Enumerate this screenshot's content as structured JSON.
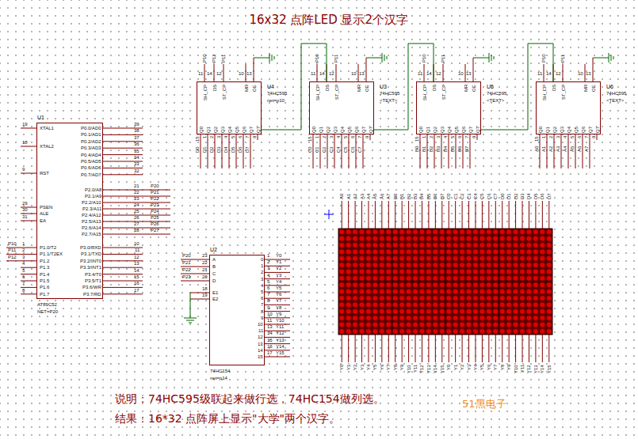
{
  "diagram": {
    "title": "16x32 点阵LED 显示2个汉字",
    "caption": "说明：74HC595级联起来做行选，74HC154做列选。",
    "nodes": [
      {
        "text": [
          "U4",
          "74HC595",
          "net=p10",
          "SH_CP",
          "DS",
          "ST_CP",
          "MR",
          "OE",
          "Q0",
          "Q1",
          "Q2",
          "Q3",
          "Q4",
          "Q5",
          "Q6",
          "Q7",
          "Q7'"
        ]
      },
      {
        "text": [
          "U3",
          "74HC595",
          "<TEXT>",
          "SH_CP",
          "DS",
          "ST_CP",
          "MR",
          "OE",
          "Q0",
          "Q1",
          "Q2",
          "Q3",
          "Q4",
          "Q5",
          "Q6",
          "Q7",
          "Q7'"
        ]
      },
      {
        "text": [
          "U5",
          "74HC595",
          "<TEXT>",
          "SH_CP",
          "DS",
          "ST_CP",
          "MR",
          "OE",
          "Q0",
          "Q1",
          "Q2",
          "Q3",
          "Q4",
          "Q5",
          "Q6",
          "Q7",
          "Q7'"
        ]
      },
      {
        "text": [
          "U6",
          "74HC595",
          "<TEXT>",
          "SH_CP",
          "DS",
          "ST_CP",
          "MR",
          "OE",
          "Q0",
          "Q1",
          "Q2",
          "Q3",
          "Q4",
          "Q5",
          "Q6",
          "Q7",
          "Q7'"
        ]
      },
      {
        "text": [
          "U1",
          "XTAL1",
          "XTAL2",
          "RST",
          "PSEN",
          "ALE",
          "EA",
          "P1.0/T2",
          "P1.1/T2EX",
          "P1.2",
          "P1.3",
          "P1.4",
          "P1.5",
          "P1.6",
          "P1.7",
          "P0.0/AD0",
          "P0.1/AD1",
          "P0.2/AD2",
          "P0.3/AD3",
          "P0.4/AD4",
          "P0.5/AD5",
          "P0.6/AD6",
          "P0.7/AD7",
          "P2.0/A8",
          "P2.1/A9",
          "P2.2/A10",
          "P2.3/A11",
          "P2.4/A12",
          "P2.5/A13",
          "P2.6/A14",
          "P2.7/A15",
          "P3.0/RXD",
          "P3.1/TXD",
          "P3.2/INT0",
          "P3.3/INT1",
          "P3.4/T0",
          "P3.5/T1",
          "P3.6/WR",
          "P3.7/RD",
          "AT89C52",
          "NET=P20"
        ]
      },
      {
        "text": [
          "U2",
          "A",
          "B",
          "C",
          "D",
          "E1",
          "E2",
          "0",
          "1",
          "2",
          "3",
          "4",
          "5",
          "6",
          "7",
          "8",
          "9",
          "10",
          "11",
          "12",
          "13",
          "14",
          "15",
          "74HC154",
          "net=p14"
        ]
      }
    ],
    "edges": [
      {
        "from": 0,
        "to": 1,
        "arrow": "none"
      },
      {
        "from": 1,
        "to": 2,
        "arrow": "none"
      },
      {
        "from": 2,
        "to": 3,
        "arrow": "none"
      }
    ],
    "labels": [
      "11",
      "14",
      "12",
      "10",
      "13",
      "P10",
      "P12",
      "P11",
      "15",
      "1",
      "2",
      "3",
      "4",
      "5",
      "6",
      "7",
      "9",
      "D0",
      "D1",
      "D2",
      "D3",
      "D4",
      "D5",
      "D6",
      "D7",
      "11",
      "14",
      "12",
      "10",
      "13",
      "P10",
      "P11",
      "15",
      "1",
      "2",
      "3",
      "4",
      "5",
      "6",
      "7",
      "9",
      "C0",
      "C1",
      "C2",
      "C3",
      "C4",
      "C5",
      "C6",
      "C7",
      "11",
      "14",
      "12",
      "10",
      "13",
      "P10",
      "P11",
      "15",
      "1",
      "2",
      "3",
      "4",
      "5",
      "6",
      "7",
      "9",
      "B0",
      "B1",
      "B2",
      "B3",
      "B4",
      "B5",
      "B6",
      "B7",
      "11",
      "14",
      "12",
      "10",
      "13",
      "P10",
      "P11",
      "15",
      "1",
      "2",
      "3",
      "4",
      "5",
      "6",
      "7",
      "9",
      "A0",
      "A1",
      "A2",
      "A3",
      "A4",
      "A5",
      "A6",
      "A7",
      "19",
      "18",
      "9",
      "29",
      "30",
      "31",
      "1",
      "2",
      "3",
      "4",
      "5",
      "6",
      "7",
      "8",
      "39",
      "38",
      "37",
      "36",
      "35",
      "34",
      "33",
      "32",
      "21",
      "22",
      "23",
      "24",
      "25",
      "26",
      "27",
      "28",
      "10",
      "11",
      "12",
      "13",
      "14",
      "15",
      "16",
      "17",
      "P20",
      "P21",
      "P22",
      "P23",
      "P24",
      "P25",
      "P26",
      "P27",
      "P10",
      "P11",
      "P12",
      "23",
      "22",
      "21",
      "20",
      "18",
      "19",
      "P20",
      "P21",
      "P22",
      "P23",
      "1",
      "2",
      "3",
      "4",
      "5",
      "6",
      "7",
      "8",
      "9",
      "10",
      "11",
      "13",
      "14",
      "15",
      "16",
      "17",
      "Y0",
      "Y1",
      "Y2",
      "Y3",
      "Y4",
      "Y5",
      "Y6",
      "Y7",
      "Y8",
      "Y9",
      "Y10",
      "Y11",
      "Y12",
      "Y13",
      "Y14",
      "Y15",
      "A0",
      "A1",
      "A2",
      "A3",
      "A4",
      "A5",
      "A6",
      "A7",
      "B0",
      "B1",
      "B2",
      "B3",
      "B4",
      "B5",
      "B6",
      "B7",
      "C0",
      "C1",
      "C2",
      "C3",
      "C4",
      "C5",
      "C6",
      "C7",
      "D0",
      "D1",
      "D2",
      "D3",
      "D4",
      "D5",
      "D6",
      "D7",
      "Y0",
      "Y1",
      "Y2",
      "Y3",
      "Y4",
      "Y5",
      "Y6",
      "Y7",
      "Y8",
      "Y9",
      "Y10",
      "Y11",
      "Y12",
      "Y13",
      "Y14",
      "Y15",
      "Y0",
      "Y1",
      "Y2",
      "Y3",
      "Y4",
      "Y5",
      "Y6",
      "Y7",
      "Y8",
      "Y9",
      "Y10",
      "Y11",
      "Y12",
      "Y13",
      "Y14",
      "Y15",
      "结果：16*32 点阵屏上显示\"大学\"两个汉字。",
      "51黑电子"
    ]
  }
}
